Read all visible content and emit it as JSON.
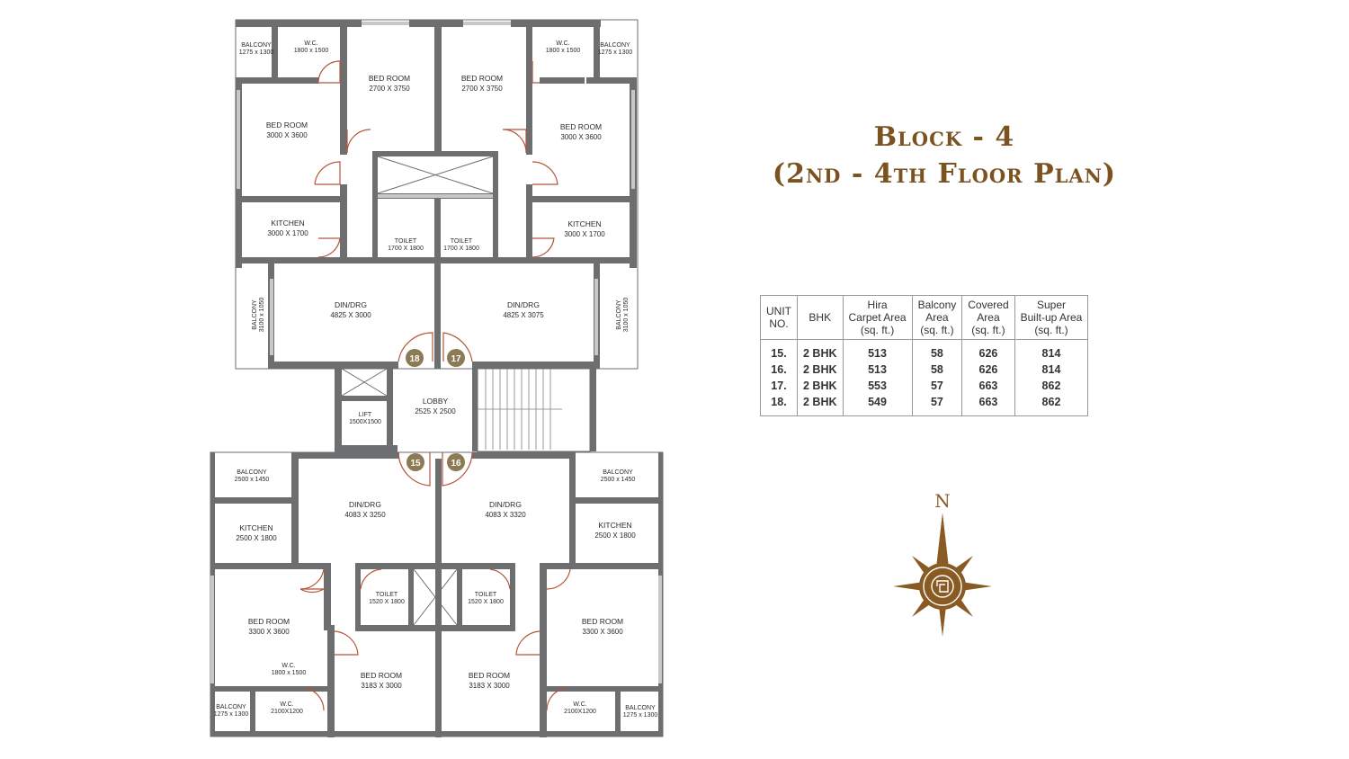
{
  "title": {
    "line1": "Block - 4",
    "line2": "(2nd - 4th Floor Plan)"
  },
  "rooms": [
    {
      "id": "balcony-tl",
      "name": "BALCONY",
      "dim": "1275 x 1300"
    },
    {
      "id": "wc-tl",
      "name": "W.C.",
      "dim": "1800 x 1500"
    },
    {
      "id": "bed-top-l",
      "name": "BED ROOM",
      "dim": "2700 X 3750"
    },
    {
      "id": "bed-top-r",
      "name": "BED ROOM",
      "dim": "2700 X 3750"
    },
    {
      "id": "wc-tr",
      "name": "W.C.",
      "dim": "1800 x 1500"
    },
    {
      "id": "balcony-tr",
      "name": "BALCONY",
      "dim": "1275 x 1300"
    },
    {
      "id": "bed-ul",
      "name": "BED ROOM",
      "dim": "3000 X 3600"
    },
    {
      "id": "bed-ur",
      "name": "BED ROOM",
      "dim": "3000 X 3600"
    },
    {
      "id": "kitchen-ul",
      "name": "KITCHEN",
      "dim": "3000 X 1700"
    },
    {
      "id": "kitchen-ur",
      "name": "KITCHEN",
      "dim": "3000 X 1700"
    },
    {
      "id": "toilet-ul",
      "name": "TOILET",
      "dim": "1700 X 1800"
    },
    {
      "id": "toilet-ur",
      "name": "TOILET",
      "dim": "1700 X 1800"
    },
    {
      "id": "din-ul",
      "name": "DIN/DRG",
      "dim": "4825 X 3000"
    },
    {
      "id": "din-ur",
      "name": "DIN/DRG",
      "dim": "4825 X 3075"
    },
    {
      "id": "balcony-ml",
      "name": "BALCONY",
      "dim": "3100 x 1050"
    },
    {
      "id": "balcony-mr",
      "name": "BALCONY",
      "dim": "3100 x 1050"
    },
    {
      "id": "lobby",
      "name": "LOBBY",
      "dim": "2525 X 2500"
    },
    {
      "id": "lift",
      "name": "LIFT",
      "dim": "1500X1500"
    },
    {
      "id": "balcony-ll",
      "name": "BALCONY",
      "dim": "2500 x 1450"
    },
    {
      "id": "balcony-lr",
      "name": "BALCONY",
      "dim": "2500 x 1450"
    },
    {
      "id": "din-ll",
      "name": "DIN/DRG",
      "dim": "4083 X 3250"
    },
    {
      "id": "din-lr",
      "name": "DIN/DRG",
      "dim": "4083 X 3320"
    },
    {
      "id": "kitchen-ll",
      "name": "KITCHEN",
      "dim": "2500 X 1800"
    },
    {
      "id": "kitchen-lr",
      "name": "KITCHEN",
      "dim": "2500 X 1800"
    },
    {
      "id": "toilet-ll",
      "name": "TOILET",
      "dim": "1520 X 1800"
    },
    {
      "id": "toilet-lr",
      "name": "TOILET",
      "dim": "1520 X 1800"
    },
    {
      "id": "bed-ll",
      "name": "BED ROOM",
      "dim": "3300 X 3600"
    },
    {
      "id": "bed-lr",
      "name": "BED ROOM",
      "dim": "3300 X 3600"
    },
    {
      "id": "wc-lli",
      "name": "W.C.",
      "dim": "1800 x 1500"
    },
    {
      "id": "bed-bot-l",
      "name": "BED ROOM",
      "dim": "3183 X 3000"
    },
    {
      "id": "bed-bot-r",
      "name": "BED ROOM",
      "dim": "3183 X 3000"
    },
    {
      "id": "wc-bl",
      "name": "W.C.",
      "dim": "2100X1200"
    },
    {
      "id": "wc-br",
      "name": "W.C.",
      "dim": "2100X1200"
    },
    {
      "id": "balcony-bl",
      "name": "BALCONY",
      "dim": "1275 x 1300"
    },
    {
      "id": "balcony-br",
      "name": "BALCONY",
      "dim": "1275 x 1300"
    }
  ],
  "units": [
    "18",
    "17",
    "15",
    "16"
  ],
  "table": {
    "headers": [
      [
        "UNIT",
        "NO."
      ],
      [
        "BHK"
      ],
      [
        "Hira",
        "Carpet Area",
        "(sq. ft.)"
      ],
      [
        "Balcony",
        "Area",
        "(sq. ft.)"
      ],
      [
        "Covered",
        "Area",
        "(sq. ft.)"
      ],
      [
        "Super",
        "Built-up Area",
        "(sq. ft.)"
      ]
    ],
    "rows": [
      [
        "15.",
        "2 BHK",
        "513",
        "58",
        "626",
        "814"
      ],
      [
        "16.",
        "2 BHK",
        "513",
        "58",
        "626",
        "814"
      ],
      [
        "17.",
        "2 BHK",
        "553",
        "57",
        "663",
        "862"
      ],
      [
        "18.",
        "2 BHK",
        "549",
        "57",
        "663",
        "862"
      ]
    ]
  },
  "compass": {
    "north_label": "N"
  },
  "colors": {
    "wall": "#6d6e70",
    "door": "#b5553a",
    "badge": "#8c7a55",
    "title": "#7a5320",
    "compass": "#8a5a23"
  }
}
